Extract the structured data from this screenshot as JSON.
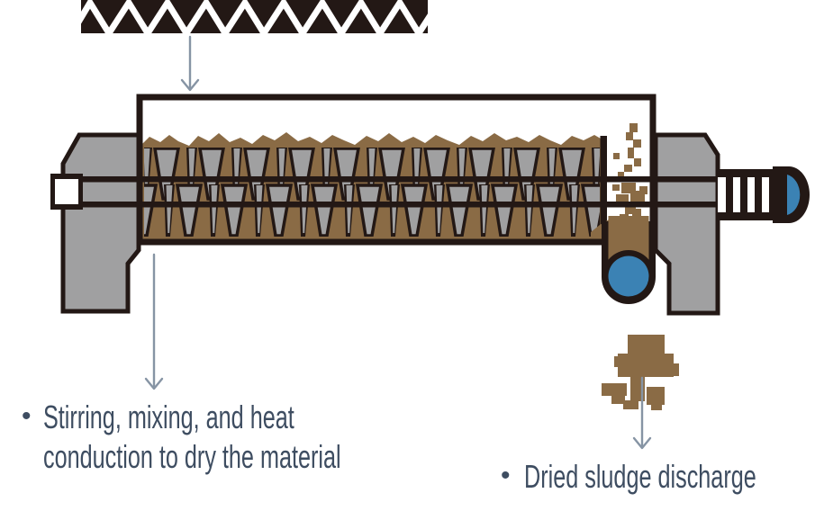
{
  "title": "Paddle screw sludge dryer diagram",
  "colors": {
    "dark": "#231815",
    "brown": "#8a6b45",
    "gray": "#a0a0a1",
    "blue": "#3b82b4",
    "arrow": "#8694a4",
    "text": "#3e4d61",
    "white": "#ffffff"
  },
  "annotations": {
    "left": {
      "bullet": "•",
      "lines": [
        "Stirring, mixing, and heat",
        "conduction to dry the material"
      ]
    },
    "right": {
      "bullet": "•",
      "text": "Dried sludge discharge"
    }
  },
  "icons": {
    "feed_material": "zigzag-sludge-feed-band",
    "arrows": "down-arrow"
  }
}
